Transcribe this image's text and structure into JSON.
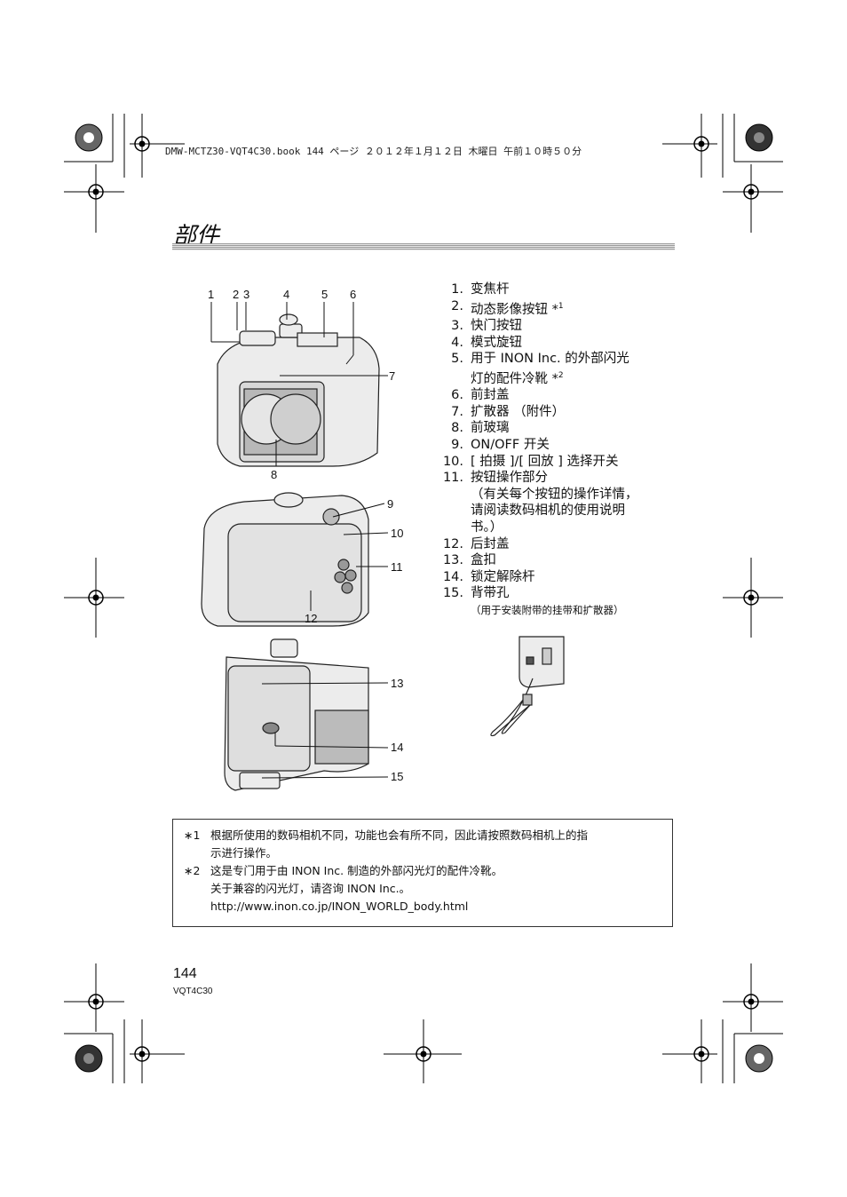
{
  "header": {
    "file_info": "DMW-MCTZ30-VQT4C30.book  144 ページ  ２０１２年１月１２日  木曜日  午前１０時５０分"
  },
  "title": "部件",
  "callouts": [
    "1",
    "2",
    "3",
    "4",
    "5",
    "6",
    "7",
    "8",
    "9",
    "10",
    "11",
    "12",
    "13",
    "14",
    "15"
  ],
  "parts": [
    {
      "num": "1.",
      "text": "变焦杆",
      "note": ""
    },
    {
      "num": "2.",
      "text": "动态影像按钮 *",
      "note": "1"
    },
    {
      "num": "3.",
      "text": "快门按钮",
      "note": ""
    },
    {
      "num": "4.",
      "text": "模式旋钮",
      "note": ""
    },
    {
      "num": "5.",
      "text": "用于 INON Inc. 的外部闪光",
      "note": ""
    },
    {
      "num": "",
      "text": "灯的配件冷靴 *",
      "note": "2"
    },
    {
      "num": "6.",
      "text": "前封盖",
      "note": ""
    },
    {
      "num": "7.",
      "text": "扩散器 （附件）",
      "note": ""
    },
    {
      "num": "8.",
      "text": "前玻璃",
      "note": ""
    },
    {
      "num": "9.",
      "text": "ON/OFF 开关",
      "note": ""
    },
    {
      "num": "10.",
      "text": "[ 拍摄 ]/[ 回放 ] 选择开关",
      "note": ""
    },
    {
      "num": "11.",
      "text": "按钮操作部分",
      "note": ""
    },
    {
      "num": "",
      "text": "（有关每个按钮的操作详情，",
      "note": ""
    },
    {
      "num": "",
      "text": "请阅读数码相机的使用说明",
      "note": ""
    },
    {
      "num": "",
      "text": "书。）",
      "note": ""
    },
    {
      "num": "12.",
      "text": "后封盖",
      "note": ""
    },
    {
      "num": "13.",
      "text": "盒扣",
      "note": ""
    },
    {
      "num": "14.",
      "text": "锁定解除杆",
      "note": ""
    },
    {
      "num": "15.",
      "text": "背带孔",
      "note": ""
    }
  ],
  "strap_note": "（用于安装附带的挂带和扩散器）",
  "footnotes": {
    "n1_mark": "∗1",
    "n1_line1": "根据所使用的数码相机不同，功能也会有所不同，因此请按照数码相机上的指",
    "n1_line2": "示进行操作。",
    "n2_mark": "∗2",
    "n2_line1": "这是专门用于由 INON Inc. 制造的外部闪光灯的配件冷靴。",
    "n2_line2": "关于兼容的闪光灯，请咨询 INON Inc.。",
    "n2_line3": "http://www.inon.co.jp/INON_WORLD_body.html"
  },
  "page_number": "144",
  "doc_code": "VQT4C30"
}
